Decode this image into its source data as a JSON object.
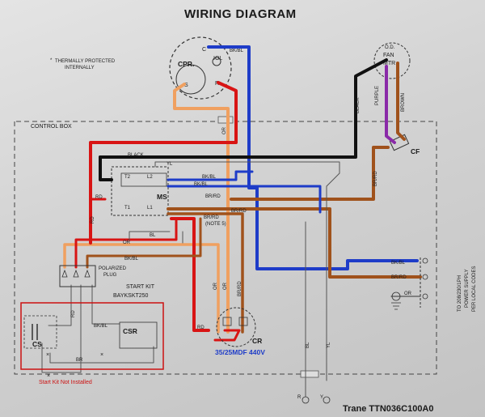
{
  "title": "WIRING DIAGRAM",
  "thermal_note": [
    "THERMALLY PROTECTED",
    "INTERNALLY"
  ],
  "control_box": "CONTROL BOX",
  "compressor": {
    "label": "CPR.",
    "terminals": [
      "C",
      "S",
      "R"
    ],
    "overload": "IOL",
    "wire": "BK/BL"
  },
  "fan_motor": {
    "label": [
      "O.D.",
      "FAN",
      "MTR"
    ],
    "wires": [
      "PURPLE",
      "BROWN"
    ]
  },
  "fan_capacitor": "CF",
  "contactor": {
    "label": "MS",
    "terminals": [
      "T1",
      "T2",
      "L1",
      "L2"
    ]
  },
  "wire_labels": {
    "black": "BLACK",
    "yl": "YL",
    "bk_bl_1": "BK/BL",
    "bk_bl_2": "BK/BL",
    "br_rd_1": "BR/RD",
    "br_rd_2": "BR/RD",
    "br_rd_3": "BR/RD",
    "note5": "(NOTE 5)",
    "rd": "RD",
    "bl": "BL",
    "or": "OR",
    "bk_bl_3": "BK/BL",
    "rd_2": "RD",
    "or_vert": "OR",
    "or_vert2": "OR",
    "br_rd_vert": "BR/RD",
    "rd_cr": "RD",
    "br": "BR",
    "bl_vert": "BL",
    "yl_vert": "YL"
  },
  "plug": {
    "label": [
      "POLARIZED",
      "PLUG"
    ]
  },
  "start_kit": {
    "label": [
      "START KIT",
      "BAYKSKT250"
    ]
  },
  "start_capacitor": "CS",
  "start_relay": "CSR",
  "run_capacitor": {
    "label": "CR",
    "rating": "35/25MDF 440V"
  },
  "power_supply": {
    "labels": [
      "BK/BL",
      "BR/RD",
      "OR"
    ],
    "note": [
      "TO 208/230/1PH",
      "POWER SUPPLY",
      "PER LOCAL CODES"
    ]
  },
  "bottom_terminals": [
    "R",
    "Y"
  ],
  "annotation_not_installed": "Start Kit Not Installed",
  "model": "Trane TTN036C100A0",
  "colors": {
    "red": "#d81414",
    "orange": "#f0a060",
    "blue": "#1e3cc8",
    "brown": "#a0521c",
    "purple": "#8a2aa8",
    "black": "#111111",
    "annotation": "#cc1111"
  }
}
